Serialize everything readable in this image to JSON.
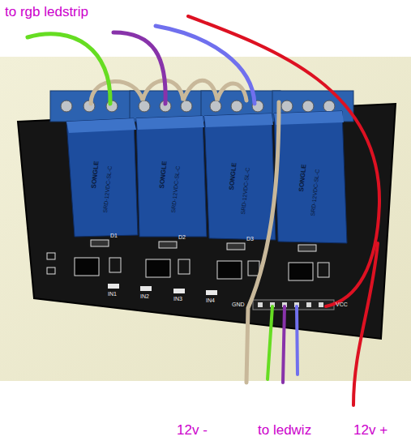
{
  "diagram": {
    "labels": [
      "to rgb ledstrip",
      "SONGLE",
      "SONGLE",
      "SONGLE",
      "SONGLE",
      "SRD-12VDC-SL-C",
      "SRD-12VDC-SL-C",
      "SRD-12VDC-SL-C",
      "SRD-12VDC-SL-C",
      "IN1",
      "IN2",
      "IN3",
      "IN4",
      "GND",
      "VCC",
      "D1",
      "D2",
      "D3",
      "12v -",
      "to ledwiz",
      "12v +"
    ]
  }
}
